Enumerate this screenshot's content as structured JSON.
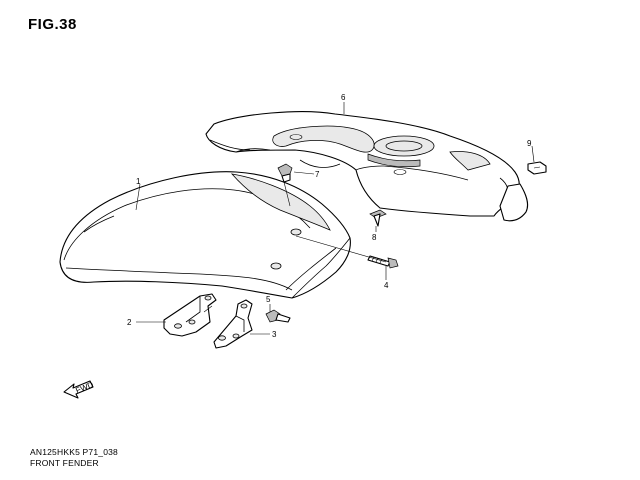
{
  "figure": {
    "title": "FIG.38",
    "code": "AN125HKK5 P71_038",
    "name": "FRONT FENDER"
  },
  "callouts": {
    "c1": "1",
    "c2": "2",
    "c3": "3",
    "c4": "4",
    "c5": "5",
    "c6": "6",
    "c7": "7",
    "c8": "8",
    "c9": "9"
  },
  "arrow_label": "FWD",
  "icons": {
    "direction": "forward-arrow-icon"
  }
}
